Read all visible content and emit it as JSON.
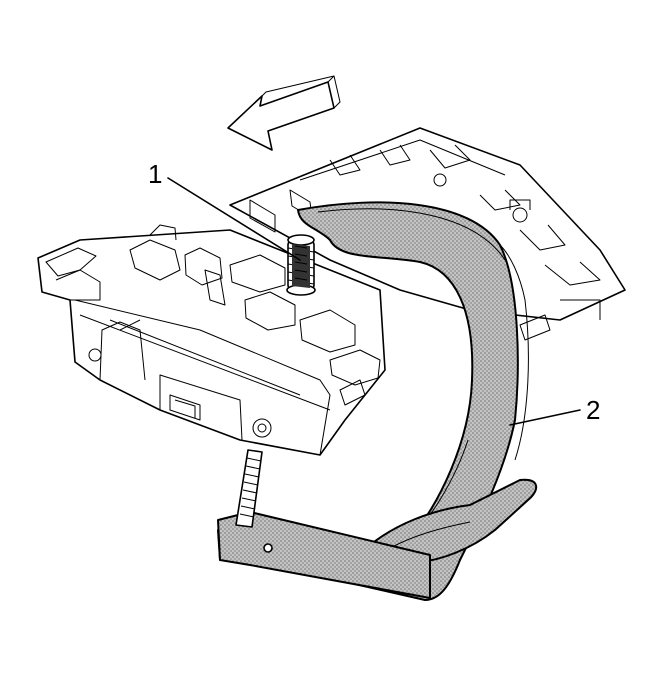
{
  "callouts": [
    {
      "id": "1",
      "label": "1"
    },
    {
      "id": "2",
      "label": "2"
    }
  ],
  "colors": {
    "ink": "#000000",
    "tool_shading": "#9a9a9a",
    "background": "#ffffff"
  },
  "icons": {
    "direction_arrow": "arrow-left-icon"
  }
}
